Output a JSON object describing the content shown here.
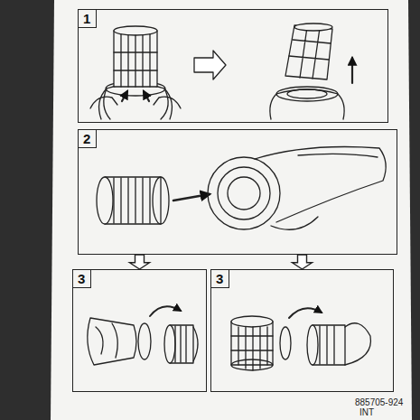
{
  "diagram": {
    "nodes": [
      {
        "text": [
          "1"
        ]
      },
      {
        "text": [
          "2"
        ]
      },
      {
        "text": [
          "3"
        ]
      },
      {
        "text": [
          "3"
        ]
      }
    ],
    "edges": [
      {
        "from": 1,
        "to": 2,
        "arrow": "to"
      },
      {
        "from": 1,
        "to": 3,
        "arrow": "to"
      }
    ],
    "labels": [
      "885705-924",
      "INT"
    ]
  }
}
